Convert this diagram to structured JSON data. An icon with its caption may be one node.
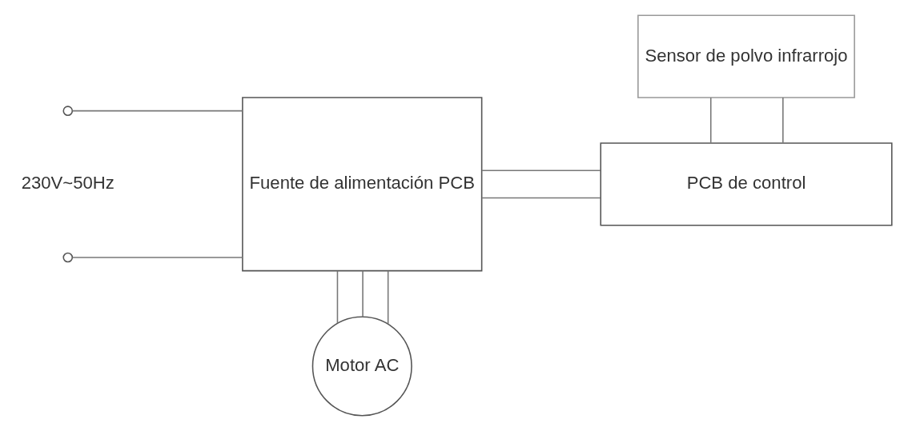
{
  "diagram": {
    "nodes": [
      {
        "text": [],
        "shape": "circle"
      },
      {
        "text": [],
        "shape": "circle"
      },
      {
        "text": [
          "Fuente de alimentación PCB"
        ]
      },
      {
        "text": [
          "Sensor de polvo infrarrojo"
        ]
      },
      {
        "text": [
          "PCB de control"
        ]
      },
      {
        "text": [
          "Motor AC"
        ]
      }
    ],
    "edges": [
      {
        "from": 0,
        "to": 2,
        "arrow": "none"
      },
      {
        "from": 1,
        "to": 2,
        "arrow": "none"
      },
      {
        "from": 2,
        "to": 4,
        "arrow": "none"
      },
      {
        "from": 2,
        "to": 4,
        "arrow": "none"
      },
      {
        "from": 3,
        "to": 4,
        "arrow": "none"
      },
      {
        "from": 3,
        "to": 4,
        "arrow": "none"
      },
      {
        "from": 2,
        "to": 5,
        "arrow": "none"
      },
      {
        "from": 2,
        "to": 5,
        "arrow": "none"
      },
      {
        "from": 2,
        "to": 5,
        "arrow": "none"
      }
    ],
    "labels": [
      "230V~50Hz"
    ]
  }
}
